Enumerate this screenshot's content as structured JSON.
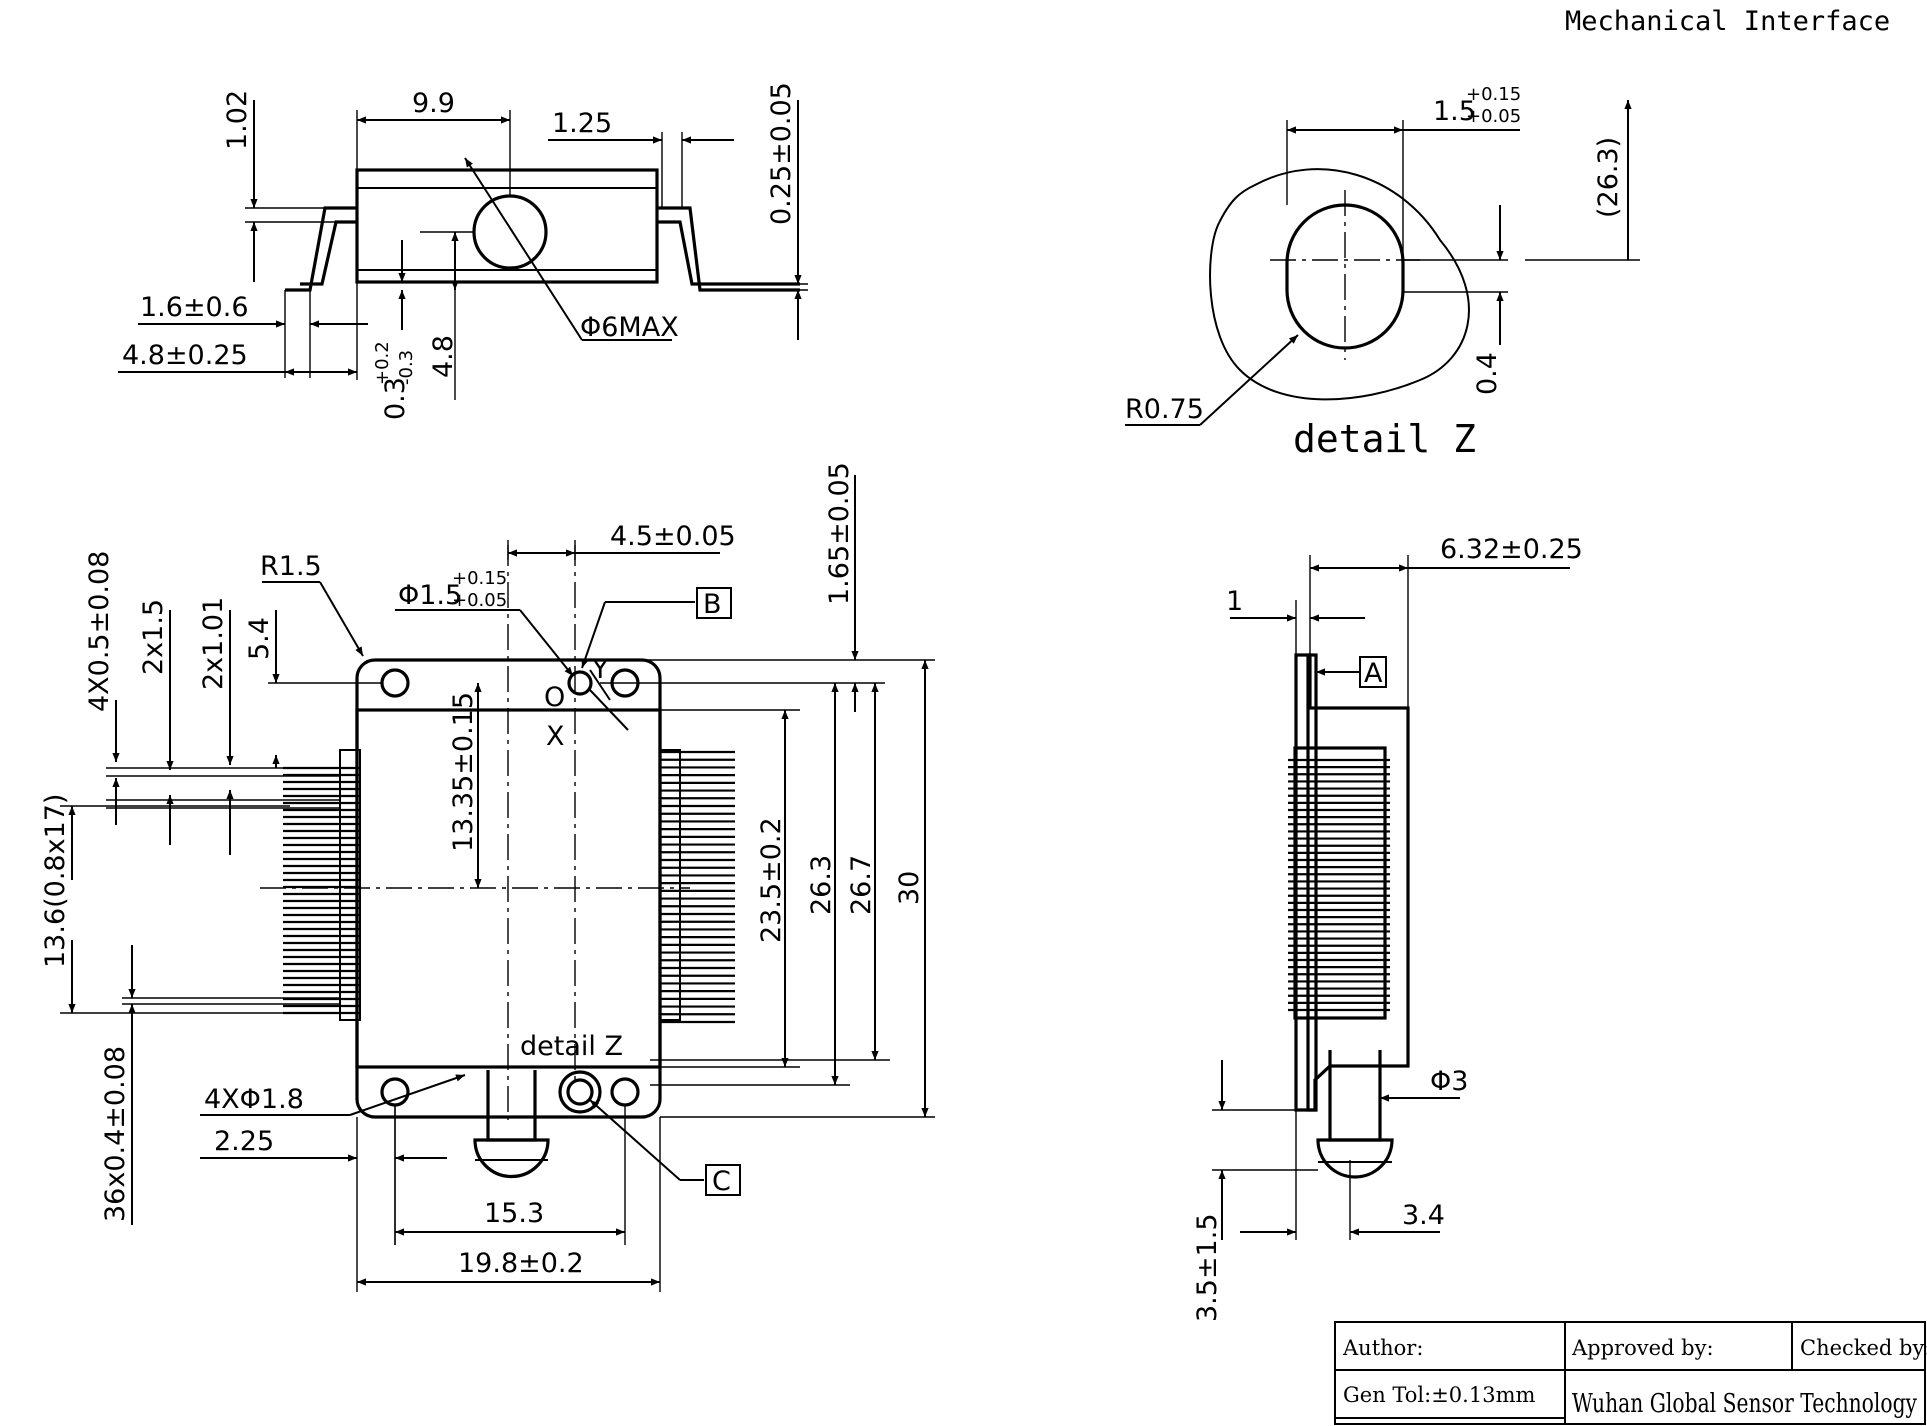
{
  "title": "Mechanical Interface",
  "top_view": {
    "dims": {
      "d1": "1.02",
      "d2": "9.9",
      "d3": "1.25",
      "d4": "0.25±0.05",
      "d5": "1.6±0.6",
      "d6": "4.8±0.25",
      "d7_base": "0.3",
      "d7_up": "+0.2",
      "d7_low": "-0.3",
      "d8": "4.8",
      "d9": "Φ6MAX"
    }
  },
  "detail_z": {
    "label": "detail Z",
    "dims": {
      "w_base": "1.5",
      "w_up": "+0.15",
      "w_low": "+0.05",
      "h": "(26.3)",
      "off": "0.4",
      "r": "R0.75"
    }
  },
  "front_view": {
    "dims": {
      "r15": "R1.5",
      "hole_base": "Φ1.5",
      "hole_up": "+0.15",
      "hole_low": "+0.05",
      "d45": "4.5±0.05",
      "d165": "1.65±0.05",
      "p4x05": "4X0.5±0.08",
      "p2x15": "2x1.5",
      "p2x101": "2x1.01",
      "d54": "5.4",
      "d1335": "13.35±0.15",
      "d235": "23.5±0.2",
      "d263": "26.3",
      "d267": "26.7",
      "d30": "30",
      "d136": "13.6(0.8x17)",
      "p36": "36x0.4±0.08",
      "h4x18": "4XΦ1.8",
      "d225": "2.25",
      "d153": "15.3",
      "d198": "19.8±0.2",
      "detail_ref": "detail Z"
    },
    "axes": {
      "o": "O",
      "x": "X",
      "y": "Y"
    },
    "datums": {
      "b": "B",
      "c": "C"
    }
  },
  "side_view": {
    "dims": {
      "d632": "6.32±0.25",
      "d1": "1",
      "phi3": "Φ3",
      "d34": "3.4",
      "d35": "3.5±1.5"
    },
    "datums": {
      "a": "A"
    }
  },
  "title_block": {
    "author": "Author:",
    "approved": "Approved by:",
    "checked": "Checked by:",
    "tol": "Gen Tol:±0.13mm",
    "company": "Wuhan Global Sensor Technology"
  }
}
